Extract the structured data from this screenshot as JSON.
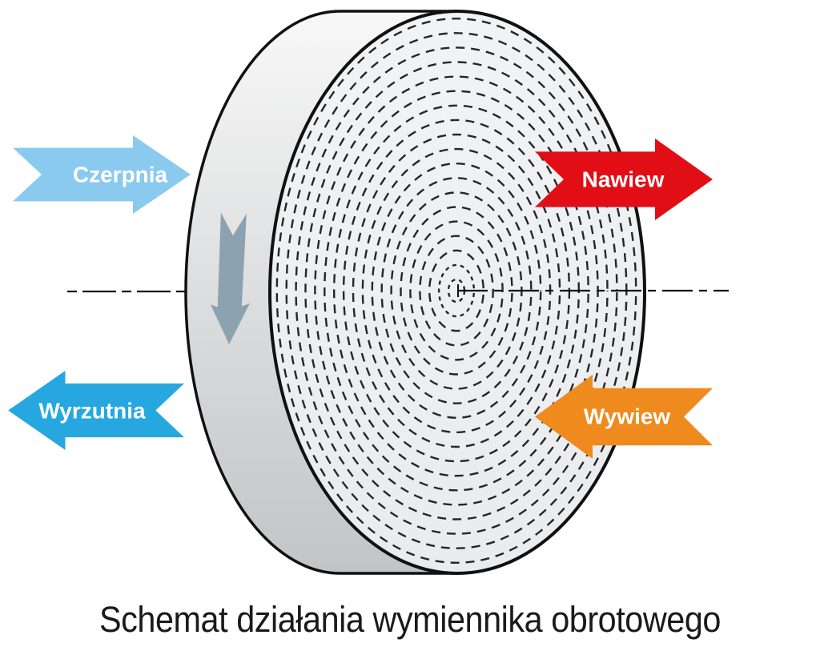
{
  "diagram": {
    "caption": "Schemat działania wymiennika obrotowego",
    "label_text_color": "#FFFFFF",
    "arrows": {
      "czerpnia": {
        "label": "Czerpnia",
        "color": "#8ACAEF",
        "direction": "right"
      },
      "nawiew": {
        "label": "Nawiew",
        "color": "#E20E15",
        "direction": "right"
      },
      "wyrzutnia": {
        "label": "Wyrzutnia",
        "color": "#27A7E0",
        "direction": "left"
      },
      "wywiew": {
        "label": "Wywiew",
        "color": "#EE8A1E",
        "direction": "left"
      }
    },
    "rotation_arrow": {
      "color": "#8CA2B0",
      "direction": "down"
    },
    "cylinder": {
      "outline": "#111111",
      "rim_top": "#F8F8F8",
      "rim_bottom": "#C2C4C6",
      "face_top": "#F1F3F5",
      "face_bottom": "#E9EBED",
      "dash_color": "#23272C",
      "ring_count": 19
    },
    "axis": {
      "color": "#111111",
      "style": "dash-dot"
    }
  }
}
